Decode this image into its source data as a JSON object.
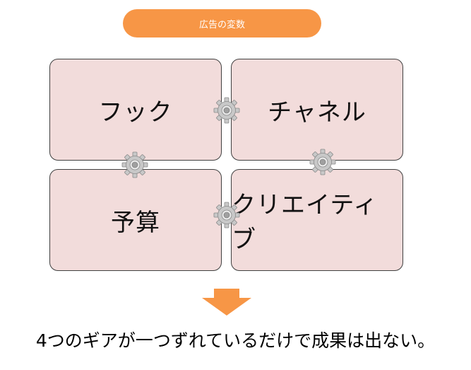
{
  "header": {
    "title": "広告の変数"
  },
  "cards": [
    {
      "label": "フック"
    },
    {
      "label": "チャネル"
    },
    {
      "label": "予算"
    },
    {
      "label": "クリエイティブ"
    }
  ],
  "gears": {
    "icon": "gear-icon",
    "color": "#bfbfbf"
  },
  "arrow": {
    "icon": "down-arrow-icon",
    "color": "#f79646"
  },
  "footer": {
    "caption": "4つのギアが一つずれているだけで成果は出ない。"
  },
  "colors": {
    "accent": "#f79646",
    "card_fill": "#f2dcdb",
    "card_border": "#404040"
  }
}
